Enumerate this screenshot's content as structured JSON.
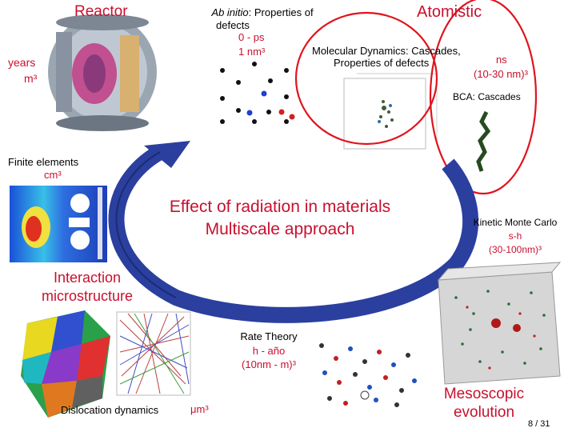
{
  "slide": {
    "reactor": {
      "title": "Reactor",
      "scale_time": "years",
      "scale_size": "m³"
    },
    "ab_initio": {
      "title_italic": "Ab initio",
      "title_rest": ": Properties of",
      "line2": "defects",
      "time": "0 - ps",
      "size": "1 nm³"
    },
    "atomistic": {
      "title": "Atomistic"
    },
    "md": {
      "line1": "Molecular Dynamics: Cascades,",
      "line2": "Properties of defects",
      "time": "ns",
      "size": "(10-30 nm)³"
    },
    "bca": {
      "label": "BCA: Cascades"
    },
    "fe": {
      "title": "Finite elements",
      "size": "cm³"
    },
    "center": {
      "line1": "Effect of radiation in materials",
      "line2": "Multiscale approach"
    },
    "kmc": {
      "title": "Kinetic Monte Carlo",
      "time": "s-h",
      "size": "(30-100nm)³"
    },
    "interaction": {
      "line1": "Interaction",
      "line2": "microstructure"
    },
    "rate_theory": {
      "title": "Rate Theory",
      "time": "h - año",
      "size": "(10nm - m)³"
    },
    "dislocation": {
      "label": "Dislocation dynamics",
      "size": "μm³"
    },
    "mesoscopic": {
      "line1": "Mesoscopic",
      "line2": "evolution"
    },
    "page": {
      "number": "8 / 31"
    }
  },
  "colors": {
    "accent_red": "#c8102e",
    "arrow_blue": "#2b3f9e",
    "circle_red": "#e0141e"
  }
}
